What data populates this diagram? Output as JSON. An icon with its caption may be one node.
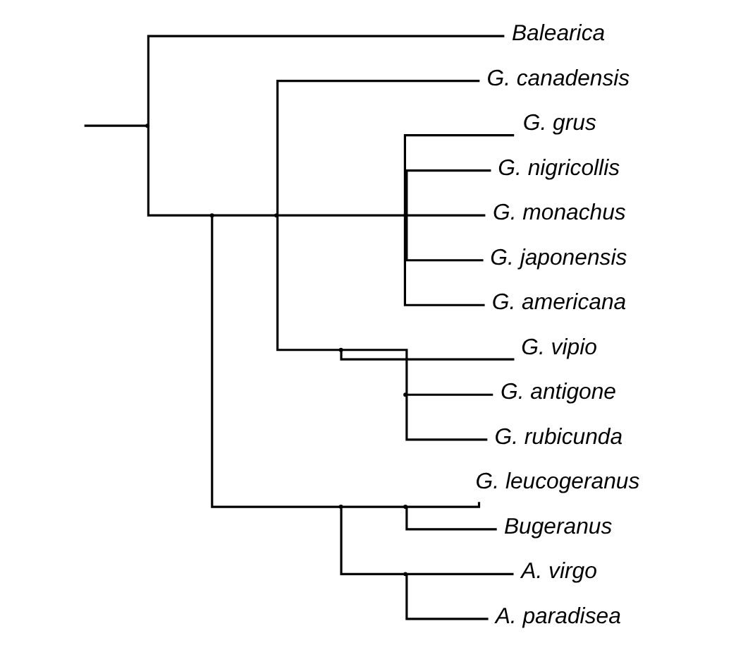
{
  "diagram": {
    "nodes": [
      {
        "text": [
          "G. grus"
        ]
      },
      {
        "text": [
          "G. nigricollis"
        ]
      },
      {
        "text": [
          "G. monachus"
        ]
      },
      {
        "text": [
          "G. japonensis"
        ]
      },
      {
        "text": [
          "G. americana"
        ]
      },
      {
        "text": [
          "G. canadensis"
        ]
      },
      {
        "text": [
          "G. vipio"
        ]
      },
      {
        "text": [
          "G. antigone"
        ]
      },
      {
        "text": [
          "G. rubicunda"
        ]
      },
      {
        "text": [
          "G. leucogeranus"
        ]
      },
      {
        "text": [
          "Bugeranus"
        ]
      },
      {
        "text": [
          "A. virgo"
        ]
      },
      {
        "text": [
          "A. paradisea"
        ]
      },
      {
        "text": [
          "Balearica"
        ]
      },
      {
        "text": [],
        "shape": "point"
      },
      {
        "text": [],
        "shape": "point"
      },
      {
        "text": [],
        "shape": "point"
      },
      {
        "text": [],
        "shape": "point"
      },
      {
        "text": [],
        "shape": "point"
      },
      {
        "text": [],
        "shape": "point"
      },
      {
        "text": [],
        "shape": "point"
      },
      {
        "text": [],
        "shape": "point"
      },
      {
        "text": [],
        "shape": "point"
      }
    ],
    "edges": [
      {
        "from": null,
        "to": 14,
        "arrow": "none"
      },
      {
        "from": 14,
        "to": 15,
        "arrow": "none"
      },
      {
        "from": 14,
        "to": 13,
        "arrow": "none"
      },
      {
        "from": 15,
        "to": 16,
        "arrow": "none"
      },
      {
        "from": 15,
        "to": 20,
        "arrow": "none"
      },
      {
        "from": 16,
        "to": 17,
        "arrow": "none"
      },
      {
        "from": 16,
        "to": 5,
        "arrow": "none"
      },
      {
        "from": 16,
        "to": 18,
        "arrow": "none"
      },
      {
        "from": 17,
        "to": 0,
        "arrow": "none"
      },
      {
        "from": 17,
        "to": 1,
        "arrow": "none"
      },
      {
        "from": 17,
        "to": 2,
        "arrow": "none"
      },
      {
        "from": 17,
        "to": 3,
        "arrow": "none"
      },
      {
        "from": 17,
        "to": 4,
        "arrow": "none"
      },
      {
        "from": 18,
        "to": 6,
        "arrow": "none"
      },
      {
        "from": 18,
        "to": 19,
        "arrow": "none"
      },
      {
        "from": 19,
        "to": 7,
        "arrow": "none"
      },
      {
        "from": 19,
        "to": 8,
        "arrow": "none"
      },
      {
        "from": 20,
        "to": 21,
        "arrow": "none"
      },
      {
        "from": 20,
        "to": 22,
        "arrow": "none"
      },
      {
        "from": 21,
        "to": 9,
        "arrow": "none"
      },
      {
        "from": 21,
        "to": 10,
        "arrow": "none"
      },
      {
        "from": 22,
        "to": 11,
        "arrow": "none"
      },
      {
        "from": 22,
        "to": 12,
        "arrow": "none"
      }
    ]
  }
}
